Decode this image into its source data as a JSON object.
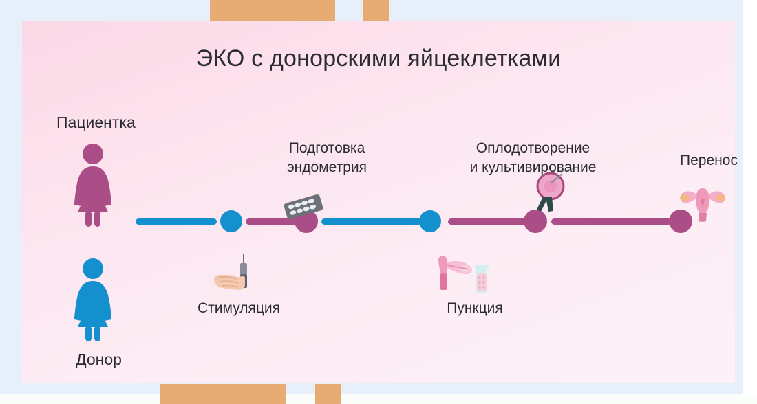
{
  "page": {
    "title": "ЭКО с донорскими яйцеклетками",
    "background_color": "#fce6ef",
    "backdrop_color": "#e7f0fa",
    "accent_blue": "#1390cd",
    "accent_magenta": "#ab4d86"
  },
  "people": [
    {
      "id": "patient",
      "label": "Пациентка",
      "icon": "female-figure-icon",
      "color": "#ab4d86",
      "label_position": "above"
    },
    {
      "id": "donor",
      "label": "Донор",
      "icon": "female-figure-icon",
      "color": "#1390cd",
      "label_position": "below"
    }
  ],
  "timeline": {
    "segments": [
      {
        "id": "seg-1",
        "color": "#1390cd",
        "owner": "donor"
      },
      {
        "id": "seg-2",
        "color": "#ab4d86",
        "owner": "patient"
      },
      {
        "id": "seg-3",
        "color": "#1390cd",
        "owner": "donor"
      },
      {
        "id": "seg-4",
        "color": "#ab4d86",
        "owner": "patient"
      },
      {
        "id": "seg-5",
        "color": "#ab4d86",
        "owner": "patient"
      }
    ],
    "nodes": [
      {
        "id": "node-stimulation",
        "color": "#1390cd",
        "owner": "donor"
      },
      {
        "id": "node-endometrium",
        "color": "#ab4d86",
        "owner": "patient"
      },
      {
        "id": "node-puncture",
        "color": "#1390cd",
        "owner": "donor"
      },
      {
        "id": "node-fertilization",
        "color": "#ab4d86",
        "owner": "patient"
      },
      {
        "id": "node-transfer",
        "color": "#ab4d86",
        "owner": "patient"
      }
    ]
  },
  "stages": [
    {
      "id": "stimulation",
      "label": "Стимуляция",
      "icon": "hand-with-injection-pen-icon",
      "position": "below"
    },
    {
      "id": "endometrium",
      "label": "Подготовка\nэндометрия",
      "icon": "pill-blister-pack-icon",
      "position": "above"
    },
    {
      "id": "puncture",
      "label": "Пункция",
      "icon": "ovary-aspiration-test-tube-icon",
      "position": "below"
    },
    {
      "id": "fertilization",
      "label": "Оплодотворение\nи культивирование",
      "icon": "icsi-egg-pipette-icon",
      "position": "above"
    },
    {
      "id": "transfer",
      "label": "Перенос",
      "icon": "uterus-icon",
      "position": "above"
    }
  ]
}
